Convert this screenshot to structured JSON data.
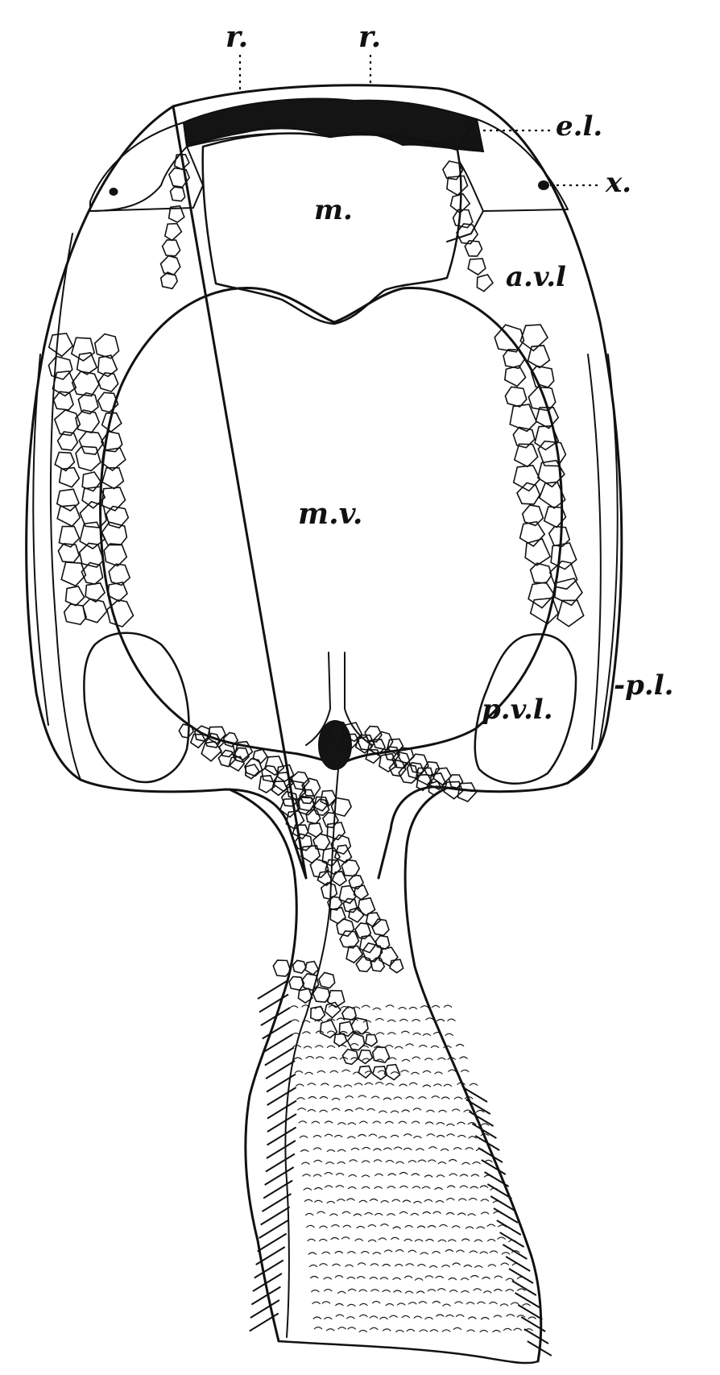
{
  "colors": {
    "ink": "#111111",
    "paper": "#ffffff",
    "pigment": "#141414"
  },
  "labels": {
    "rostral_left": "r.",
    "rostral_right": "r.",
    "anterior_lateral_edge": "e.l.",
    "sensory_pore": "x.",
    "median_plate": "m.",
    "anterior_ventrolateral": "a.v.l",
    "median_ventral": "m.v.",
    "posterior_ventrolateral": "p.v.l.",
    "posterior_lateral": "-p.l."
  }
}
